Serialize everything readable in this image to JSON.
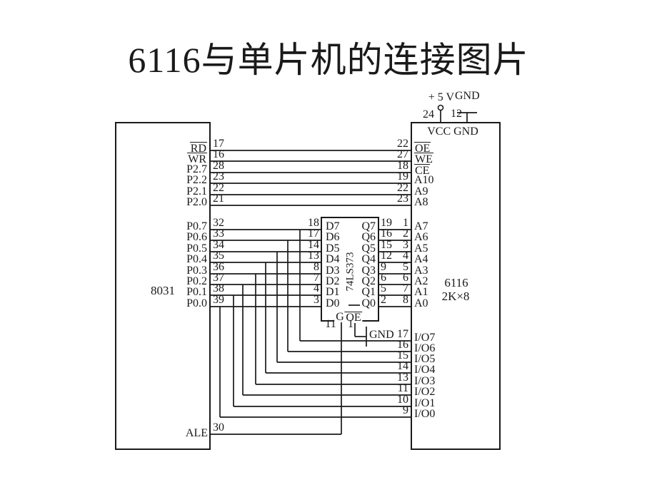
{
  "title": "6116与单片机的连接图片",
  "power": {
    "plus5v": "+ 5 V",
    "gnd": "GND",
    "vcc_pin": "24",
    "gnd_pin": "12"
  },
  "mcu": {
    "name": "8031",
    "ale_label": "ALE",
    "ale_pin": "30"
  },
  "ram": {
    "name": "6116",
    "capacity": "2K×8",
    "power_row": "VCC GND"
  },
  "latch": {
    "name": "74LS373",
    "g_label": "G",
    "g_pin": "11",
    "oe_label": "OE",
    "oe_pin": "1",
    "gnd_label": "GND"
  },
  "ctrl_rows": [
    {
      "mcu_label": "RD",
      "mcu_ov": true,
      "mcu_pin": "17",
      "ram_pin": "22",
      "ram_label": "OE",
      "ram_ov": true
    },
    {
      "mcu_label": "WR",
      "mcu_ov": true,
      "mcu_pin": "16",
      "ram_pin": "27",
      "ram_label": "WE",
      "ram_ov": true
    },
    {
      "mcu_label": "P2.7",
      "mcu_pin": "28",
      "ram_pin": "18",
      "ram_label": "CE",
      "ram_ov": true
    },
    {
      "mcu_label": "P2.2",
      "mcu_pin": "23",
      "ram_pin": "19",
      "ram_label": "A10"
    },
    {
      "mcu_label": "P2.1",
      "mcu_pin": "22",
      "ram_pin": "22",
      "ram_label": "A9"
    },
    {
      "mcu_label": "P2.0",
      "mcu_pin": "21",
      "ram_pin": "23",
      "ram_label": "A8"
    }
  ],
  "bus_rows": [
    {
      "mcu_label": "P0.7",
      "mcu_pin": "32",
      "d_pin": "18",
      "d_label": "D7",
      "q_label": "Q7",
      "q_pin": "19",
      "a_pin": "1",
      "a_label": "A7"
    },
    {
      "mcu_label": "P0.6",
      "mcu_pin": "33",
      "d_pin": "17",
      "d_label": "D6",
      "q_label": "Q6",
      "q_pin": "16",
      "a_pin": "2",
      "a_label": "A6"
    },
    {
      "mcu_label": "P0.5",
      "mcu_pin": "34",
      "d_pin": "14",
      "d_label": "D5",
      "q_label": "Q5",
      "q_pin": "15",
      "a_pin": "3",
      "a_label": "A5"
    },
    {
      "mcu_label": "P0.4",
      "mcu_pin": "35",
      "d_pin": "13",
      "d_label": "D4",
      "q_label": "Q4",
      "q_pin": "12",
      "a_pin": "4",
      "a_label": "A4"
    },
    {
      "mcu_label": "P0.3",
      "mcu_pin": "36",
      "d_pin": "8",
      "d_label": "D3",
      "q_label": "Q3",
      "q_pin": "9",
      "a_pin": "5",
      "a_label": "A3"
    },
    {
      "mcu_label": "P0.2",
      "mcu_pin": "37",
      "d_pin": "7",
      "d_label": "D2",
      "q_label": "Q2",
      "q_pin": "6",
      "a_pin": "6",
      "a_label": "A2"
    },
    {
      "mcu_label": "P0.1",
      "mcu_pin": "38",
      "d_pin": "4",
      "d_label": "D1",
      "q_label": "Q1",
      "q_pin": "5",
      "a_pin": "7",
      "a_label": "A1"
    },
    {
      "mcu_label": "P0.0",
      "mcu_pin": "39",
      "d_pin": "3",
      "d_label": "D0",
      "q_label": "Q0",
      "q_pin": "2",
      "a_pin": "8",
      "a_label": "A0"
    }
  ],
  "io_rows": [
    {
      "pin": "17",
      "label": "I/O7"
    },
    {
      "pin": "16",
      "label": "I/O6"
    },
    {
      "pin": "15",
      "label": "I/O5"
    },
    {
      "pin": "14",
      "label": "I/O4"
    },
    {
      "pin": "13",
      "label": "I/O3"
    },
    {
      "pin": "11",
      "label": "I/O2"
    },
    {
      "pin": "10",
      "label": "I/O1"
    },
    {
      "pin": "9",
      "label": "I/O0"
    }
  ]
}
